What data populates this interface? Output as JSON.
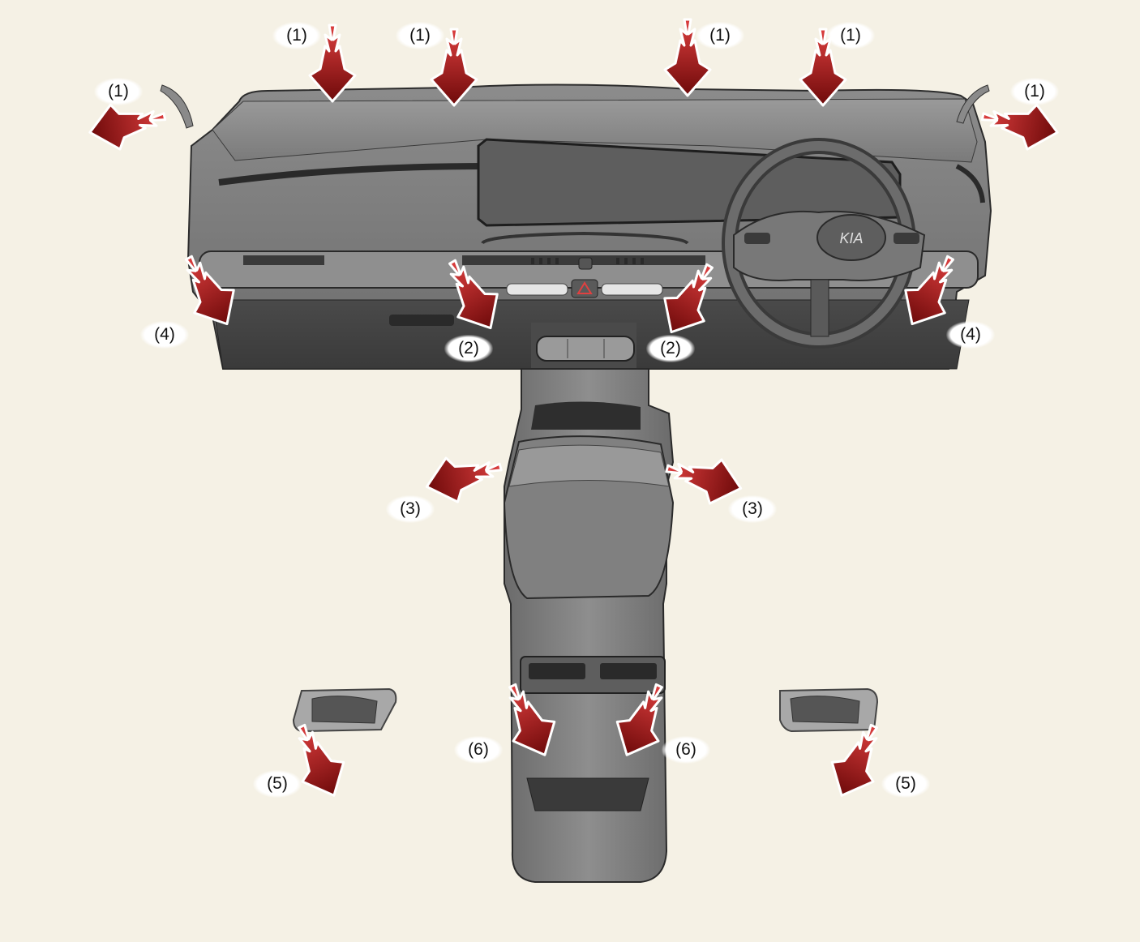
{
  "labels": {
    "defrost": "(1)",
    "center_vent": "(2)",
    "console_side": "(3)",
    "side_vent": "(4)",
    "floor": "(5)",
    "rear_vent": "(6)"
  },
  "brand": {
    "logo_text": "KIA"
  },
  "colors": {
    "background": "#f5f1e5",
    "arrow_dark": "#6e0a0a",
    "arrow_light": "#dc3e3e",
    "panel": "#8a8a8a",
    "panel_dark": "#3f3f3f"
  },
  "icons": {
    "airflow": "airflow-arrow-icon",
    "hazard": "hazard-triangle-icon"
  }
}
